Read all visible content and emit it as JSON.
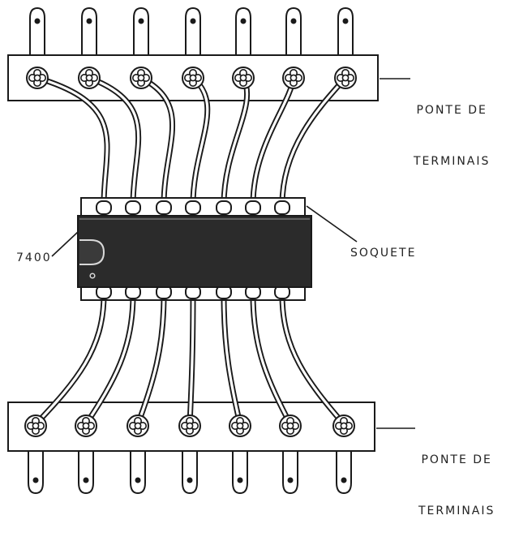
{
  "labels": {
    "top_bridge_line1": "PONTE DE",
    "top_bridge_line2": "TERMINAIS",
    "socket": "SOQUETE",
    "chip": "7400",
    "bottom_bridge_line1": "PONTE DE",
    "bottom_bridge_line2": "TERMINAIS"
  },
  "terminal_count_per_strip": 7,
  "colors": {
    "ink": "#1a1a1a",
    "chip_body": "#2b2b2b",
    "paper": "#ffffff"
  }
}
